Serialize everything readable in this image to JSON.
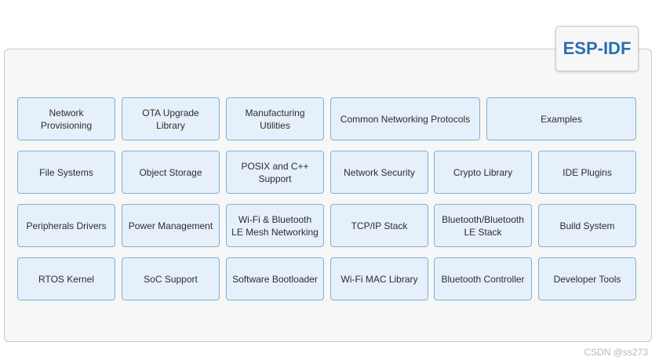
{
  "title": "ESP-IDF",
  "rows": [
    [
      "Network Provisioning",
      "OTA Upgrade Library",
      "Manufacturing Utilities",
      "Common Networking Protocols",
      "Examples"
    ],
    [
      "File Systems",
      "Object Storage",
      "POSIX and C++ Support",
      "Network Security",
      "Crypto Library",
      "IDE Plugins"
    ],
    [
      "Peripherals Drivers",
      "Power Management",
      "Wi-Fi & Bluetooth LE Mesh Networking",
      "TCP/IP Stack",
      "Bluetooth/Bluetooth LE Stack",
      "Build System"
    ],
    [
      "RTOS Kernel",
      "SoC Support",
      "Software Bootloader",
      "Wi-Fi MAC Library",
      "Bluetooth Controller",
      "Developer Tools"
    ]
  ],
  "watermark": "CSDN @ss273"
}
